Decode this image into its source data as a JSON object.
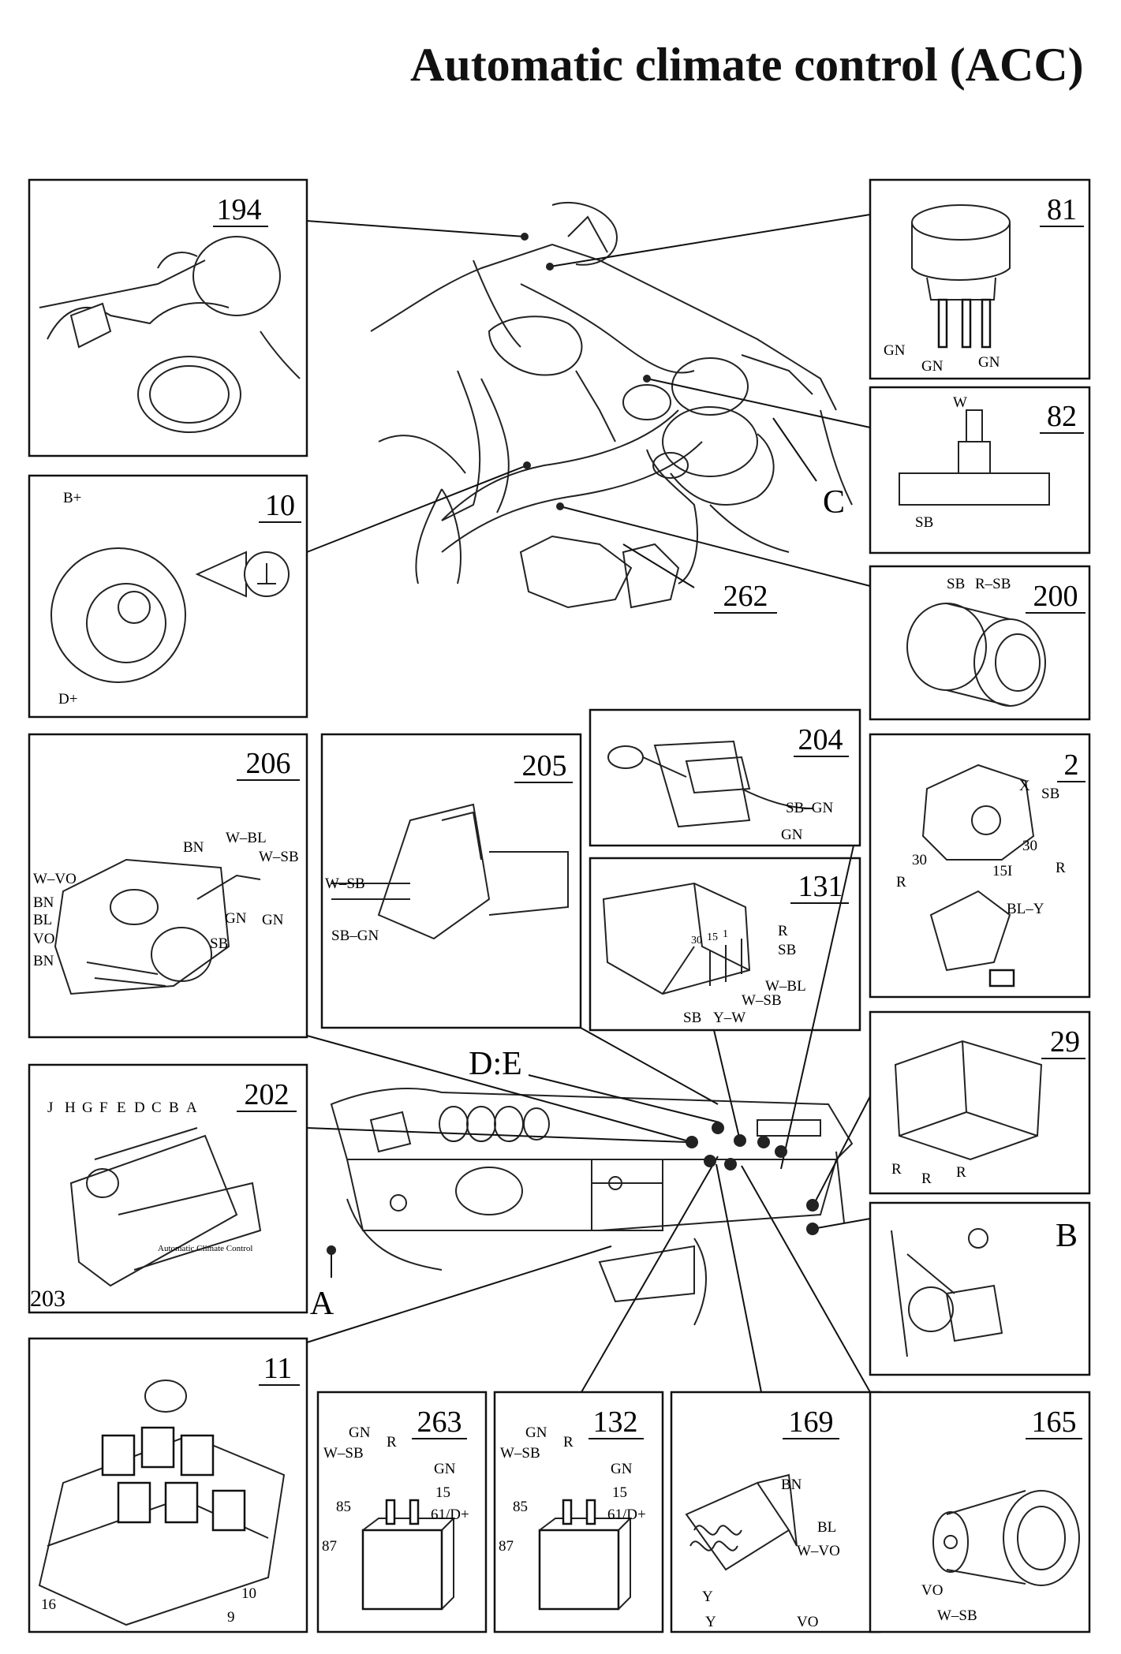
{
  "title": "Automatic climate control (ACC)",
  "section_labels": {
    "A": "A",
    "B": "B",
    "C": "C",
    "DE": "D:E"
  },
  "components": [
    {
      "number": "194",
      "labels": []
    },
    {
      "number": "81",
      "labels": [
        "GN",
        "GN",
        "GN"
      ]
    },
    {
      "number": "82",
      "labels": [
        "W",
        "SB"
      ]
    },
    {
      "number": "10",
      "labels": [
        "B+",
        "D+"
      ]
    },
    {
      "number": "262",
      "labels": []
    },
    {
      "number": "200",
      "labels": [
        "SB",
        "R–SB"
      ]
    },
    {
      "number": "204",
      "labels": [
        "SB–GN",
        "GN"
      ]
    },
    {
      "number": "206",
      "labels": [
        "BN",
        "W–BL",
        "W–SB",
        "W–VO",
        "BN",
        "BL",
        "VO",
        "BN",
        "GN",
        "SB",
        "GN"
      ]
    },
    {
      "number": "205",
      "labels": [
        "W–SB",
        "SB–GN"
      ]
    },
    {
      "number": "131",
      "labels": [
        "R",
        "SB",
        "W–BL",
        "W–SB",
        "SB",
        "Y–W",
        "30",
        "15",
        "1"
      ]
    },
    {
      "number": "2",
      "labels": [
        "X",
        "SB",
        "30",
        "R",
        "30",
        "R",
        "15I",
        "BL–Y"
      ]
    },
    {
      "number": "29",
      "labels": [
        "R",
        "R",
        "R"
      ]
    },
    {
      "number": "202",
      "labels": [
        "J",
        "H",
        "G",
        "F",
        "E",
        "D",
        "C",
        "B",
        "A",
        "Automatic Climate Control"
      ]
    },
    {
      "number": "203",
      "labels": []
    },
    {
      "number": "11",
      "labels": [
        "16",
        "10",
        "9"
      ]
    },
    {
      "number": "263",
      "labels": [
        "GN",
        "R",
        "W–SB",
        "GN",
        "85",
        "15",
        "61/D+",
        "87"
      ]
    },
    {
      "number": "132",
      "labels": [
        "GN",
        "R",
        "W–SB",
        "GN",
        "85",
        "15",
        "61/D+",
        "87"
      ]
    },
    {
      "number": "169",
      "labels": [
        "BN",
        "BL",
        "W–VO",
        "Y",
        "Y",
        "VO"
      ]
    },
    {
      "number": "165",
      "labels": [
        "VO",
        "W–SB"
      ]
    }
  ]
}
